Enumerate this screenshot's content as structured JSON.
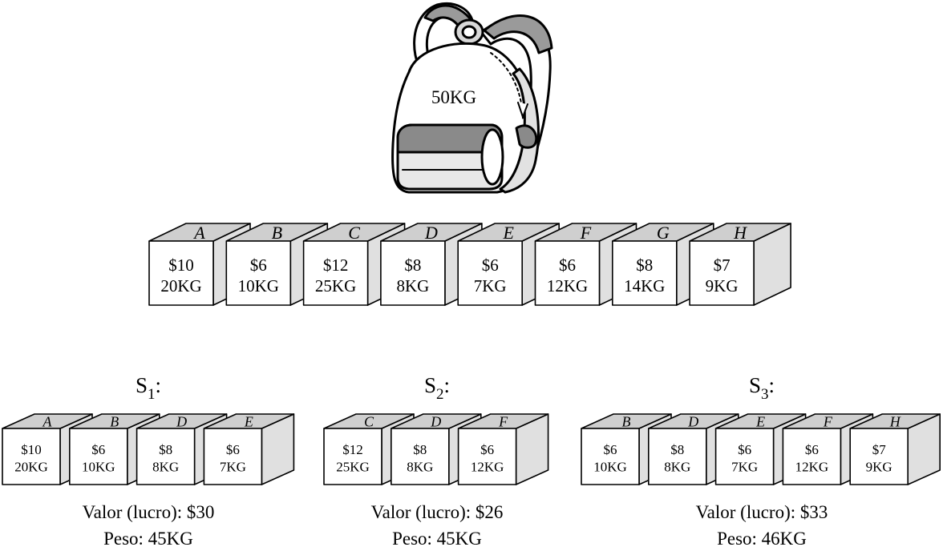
{
  "backpack": {
    "capacity": "50KG"
  },
  "items": [
    {
      "letter": "A",
      "value": "$10",
      "weight": "20KG"
    },
    {
      "letter": "B",
      "value": "$6",
      "weight": "10KG"
    },
    {
      "letter": "C",
      "value": "$12",
      "weight": "25KG"
    },
    {
      "letter": "D",
      "value": "$8",
      "weight": "8KG"
    },
    {
      "letter": "E",
      "value": "$6",
      "weight": "7KG"
    },
    {
      "letter": "F",
      "value": "$6",
      "weight": "12KG"
    },
    {
      "letter": "G",
      "value": "$8",
      "weight": "14KG"
    },
    {
      "letter": "H",
      "value": "$7",
      "weight": "9KG"
    }
  ],
  "solutions": [
    {
      "name": "S",
      "sub": "1",
      "suffix": ":",
      "letters": [
        "A",
        "B",
        "D",
        "E"
      ],
      "value_line": "Valor (lucro): $30",
      "weight_line": "Peso: 45KG"
    },
    {
      "name": "S",
      "sub": "2",
      "suffix": ":",
      "letters": [
        "C",
        "D",
        "F"
      ],
      "value_line": "Valor (lucro): $26",
      "weight_line": "Peso: 45KG"
    },
    {
      "name": "S",
      "sub": "3",
      "suffix": ":",
      "letters": [
        "B",
        "D",
        "E",
        "F",
        "H"
      ],
      "value_line": "Valor (lucro): $33",
      "weight_line": "Peso: 46KG"
    }
  ]
}
